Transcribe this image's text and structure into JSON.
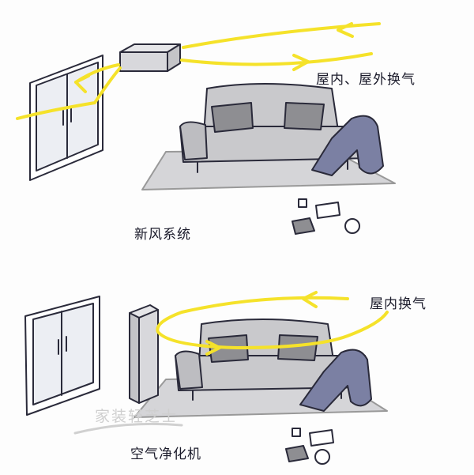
{
  "top_panel": {
    "caption": "新风系统",
    "airflow_label": "屋内、屋外换气"
  },
  "bottom_panel": {
    "caption": "空气净化机",
    "airflow_label": "屋内换气"
  },
  "watermark": "家装轻芝士",
  "colors": {
    "airflow": "#f5e22a",
    "sofa": "#c9c9cc",
    "cushion": "#8e8e92",
    "rug": "#d5d5d8",
    "blanket": "#7b80a3",
    "wall_unit": "#d8d8dc",
    "line": "#2a2a3a"
  }
}
